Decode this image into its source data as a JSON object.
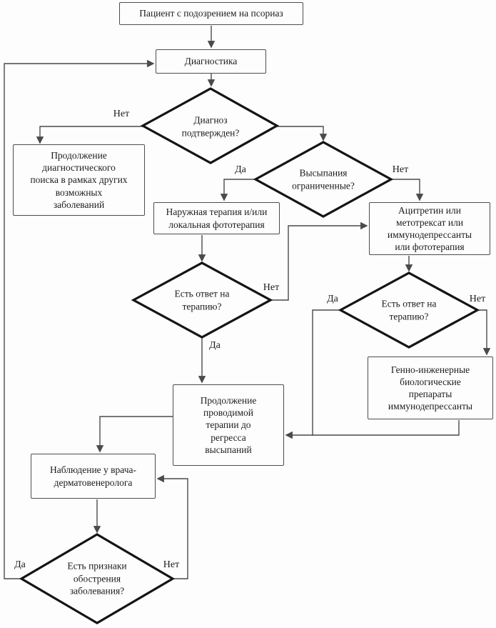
{
  "flowchart": {
    "nodes": {
      "patient": "Пациент с подозрением на псориаз",
      "diagnostics": "Диагностика",
      "diagnosis_confirmed": "Диагноз\nподтвержден?",
      "continue_search": "Продолжение\nдиагностического\nпоиска в рамках других\nвозможных\nзаболеваний",
      "rash_limited": "Высыпания\nограниченные?",
      "topical_therapy": "Наружная терапия и/или\nлокальная фототерапия",
      "systemic_therapy": "Ацитретин или\nметотрексат или\nиммунодепрессанты\nили фототерапия",
      "response_1": "Есть ответ на\nтерапию?",
      "response_2": "Есть ответ на\nтерапию?",
      "biologics": "Генно-инженерные\nбиологические\nпрепараты\nиммунодепрессанты",
      "continue_therapy": "Продолжение\nпроводимой\nтерапии до\nрегресса\nвысыпаний",
      "followup": "Наблюдение у врача-\nдерматовенеролога",
      "exacerbation": "Есть признаки\nобострения\nзаболевания?"
    },
    "edge_labels": {
      "diagnosis_no": "Нет",
      "rash_yes": "Да",
      "rash_no": "Нет",
      "response1_no": "Нет",
      "response1_yes": "Да",
      "response2_yes": "Да",
      "response2_no": "Нет",
      "exacerbation_yes": "Да",
      "exacerbation_no": "Нет"
    },
    "colors": {
      "background": "#fdfdfd",
      "line": "#4a4a4a",
      "diamond_border": "#141414",
      "box_border": "#4d4d4d",
      "text": "#1c1c1c"
    }
  }
}
